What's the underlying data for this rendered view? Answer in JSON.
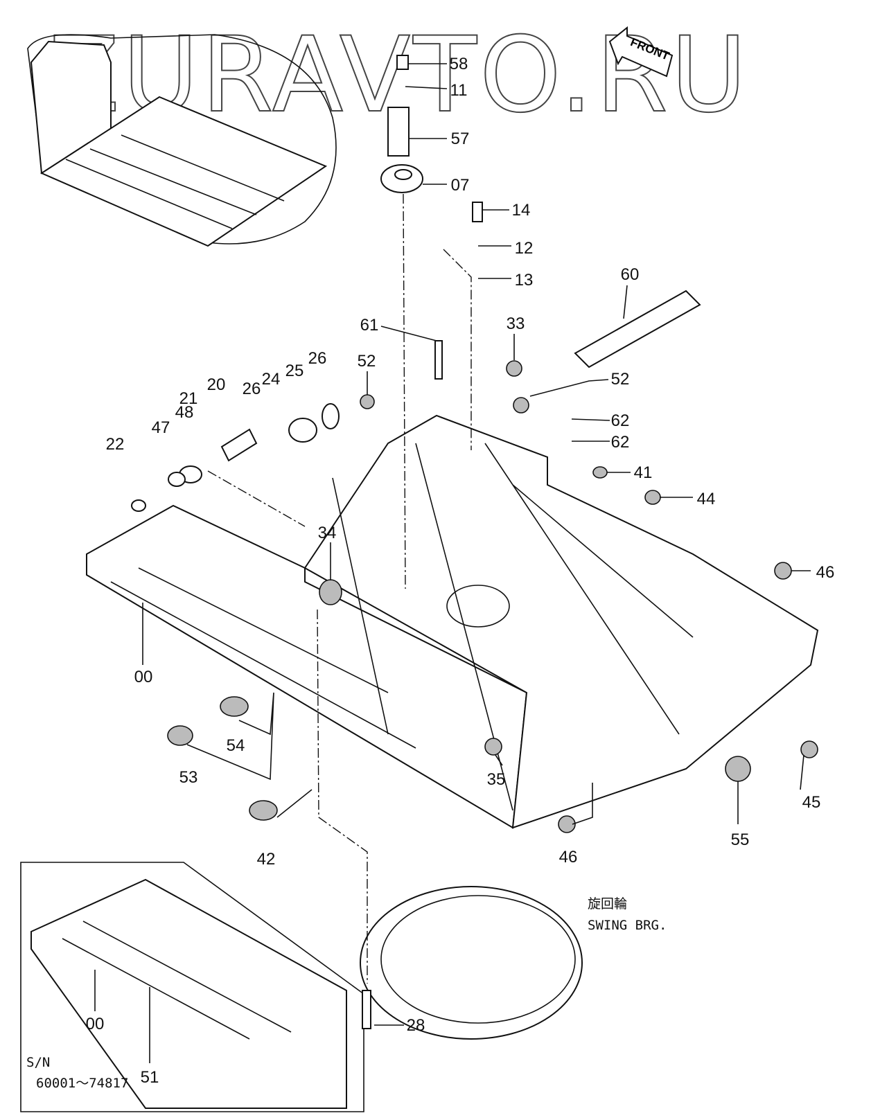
{
  "watermark": "ZURAVTO.RU",
  "front_arrow": "FRONT",
  "parts": {
    "p58": "58",
    "p11": "11",
    "p57": "57",
    "p07": "07",
    "p14": "14",
    "p12": "12",
    "p13": "13",
    "p60": "60",
    "p61": "61",
    "p33": "33",
    "p52a": "52",
    "p52b": "52",
    "p62a": "62",
    "p62b": "62",
    "p26a": "26",
    "p25": "25",
    "p24": "24",
    "p26b": "26",
    "p20": "20",
    "p21": "21",
    "p48": "48",
    "p47": "47",
    "p22": "22",
    "p41": "41",
    "p44": "44",
    "p34": "34",
    "p46a": "46",
    "p00a": "00",
    "p54": "54",
    "p53": "53",
    "p35": "35",
    "p45": "45",
    "p55": "55",
    "p42": "42",
    "p46b": "46",
    "p28": "28",
    "p00b": "00",
    "p51": "51"
  },
  "swing_bearing": {
    "jp": "旋回輪",
    "en": "SWING BRG."
  },
  "inset": {
    "sn_label": "S/N",
    "sn_range": "60001～74817"
  }
}
